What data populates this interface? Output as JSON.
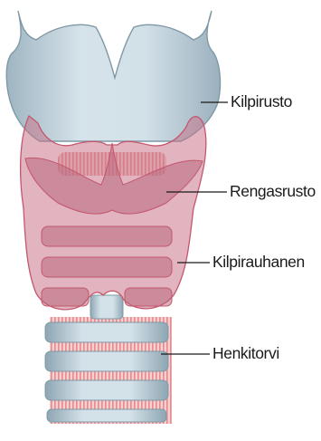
{
  "diagram": {
    "labels": {
      "thyroid_cartilage": "Kilpirusto",
      "cricoid_cartilage": "Rengasrusto",
      "thyroid_gland": "Kilpirauhanen",
      "trachea": "Henkitorvi"
    },
    "colors": {
      "cartilage_fill": "#c9d8e0",
      "cartilage_stroke": "#7f98a6",
      "gland_fill": "#c98a99",
      "gland_stroke": "#c4566d",
      "ring_fill": "#f6c2c4",
      "ring_stripe": "#e38b8f",
      "leader_line": "#1a1a1a"
    }
  }
}
